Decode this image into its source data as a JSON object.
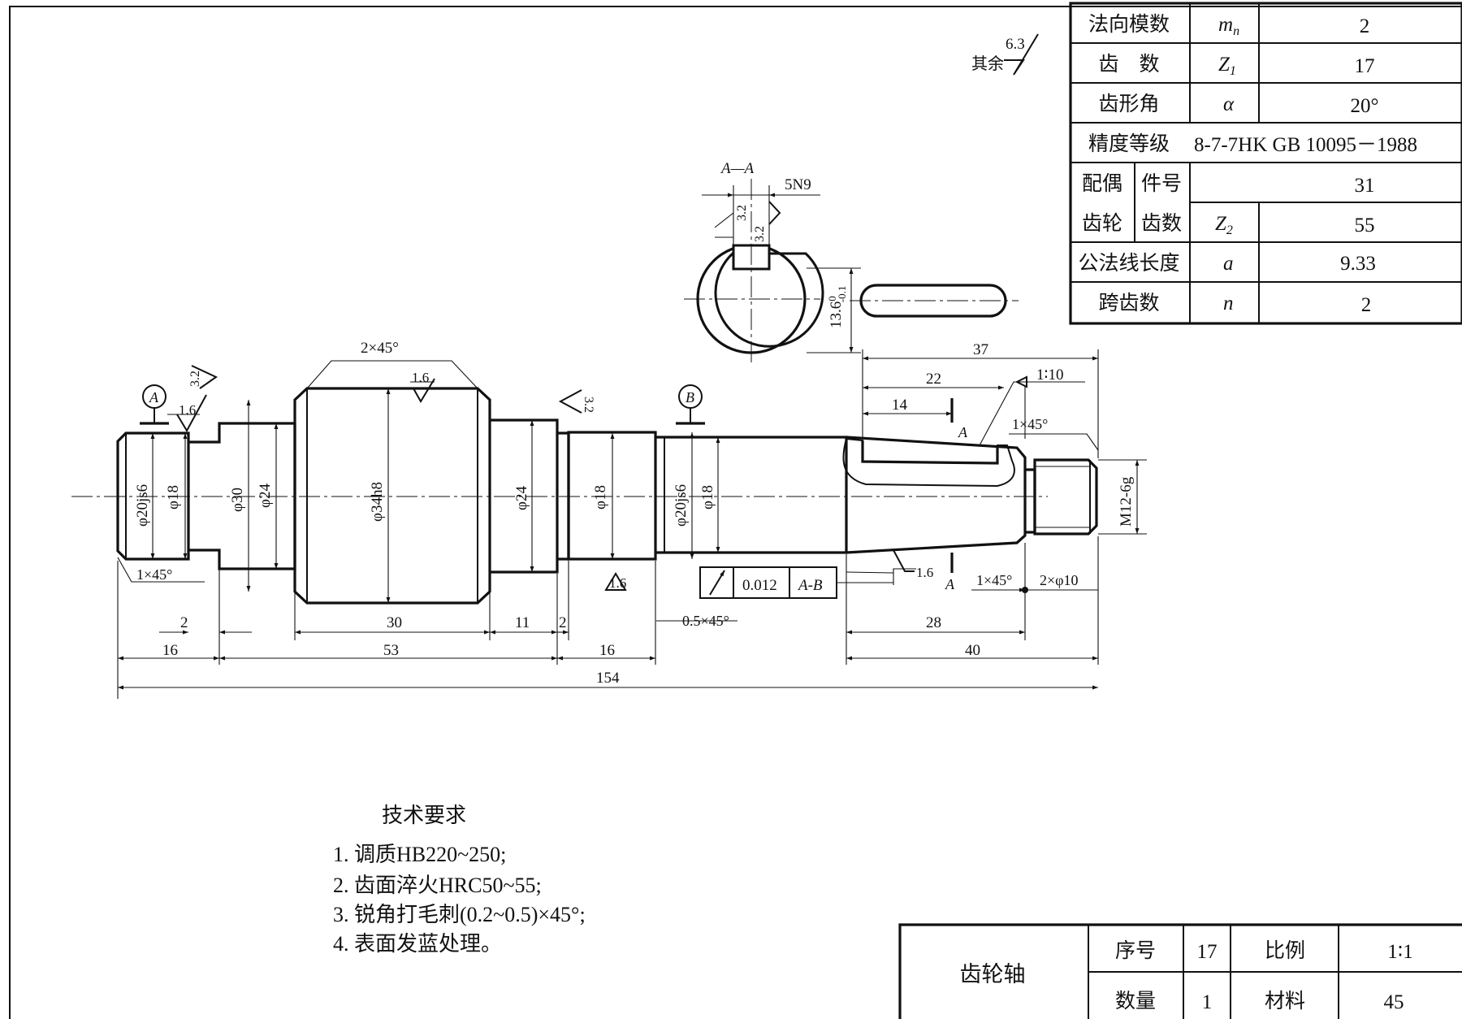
{
  "params_table": {
    "rows": [
      {
        "label": "法向模数",
        "symbol": "m",
        "symbol_sub": "n",
        "value": "2"
      },
      {
        "label": "齿　数",
        "symbol": "Z",
        "symbol_sub": "1",
        "value": "17"
      },
      {
        "label": "齿形角",
        "symbol": "α",
        "symbol_sub": "",
        "value": "20°"
      },
      {
        "label": "精度等级",
        "value": "8-7-7HK  GB 10095－1988"
      },
      {
        "label_a": "配偶",
        "label_b": "件号",
        "value": "31"
      },
      {
        "label_a": "齿轮",
        "label_b": "齿数",
        "symbol": "Z",
        "symbol_sub": "2",
        "value": "55"
      },
      {
        "label": "公法线长度",
        "symbol": "a",
        "symbol_sub": "",
        "value": "9.33"
      },
      {
        "label": "跨齿数",
        "symbol": "n",
        "symbol_sub": "",
        "value": "2"
      }
    ]
  },
  "roughness_note": {
    "prefix": "其余",
    "value": "6.3"
  },
  "section": {
    "title": "A—A",
    "keyway_width": "5N9",
    "keyway_roughness_1": "3.2",
    "keyway_roughness_2": "3.2",
    "depth": "13.6",
    "depth_tol_upper": "0",
    "depth_tol_lower": "-0.1"
  },
  "datums": {
    "a": "A",
    "b": "B"
  },
  "labels": {
    "chamfer_main": "2×45°",
    "r_center": "1.6",
    "r_left_top": "1.6",
    "r_left_side": "3.2",
    "r_right_side": "3.2",
    "r_bottom_18": "1.6",
    "r_taper": "1.6",
    "taper": "1∶10",
    "chamfer_thread": "1×45°",
    "section_arrow": "A",
    "chamfer_left": "1×45°",
    "chamfer_right": "1×45°",
    "undercut": "2×φ10",
    "chamfer_small": "0.5×45°"
  },
  "diameters": {
    "d1": "φ20js6",
    "d2": "φ18",
    "d3": "φ30",
    "d4": "φ24",
    "d5": "φ34h8",
    "d6": "φ24",
    "d7": "φ18",
    "d8": "φ20js6",
    "d9": "φ18",
    "thread": "M12-6g"
  },
  "tolerance_frame": {
    "value": "0.012",
    "datum": "A-B"
  },
  "lengths": {
    "l37": "37",
    "l22": "22",
    "l14": "14",
    "l2a": "2",
    "l30": "30",
    "l11": "11",
    "l2b": "2",
    "l16a": "16",
    "l53": "53",
    "l16b": "16",
    "l28": "28",
    "l40": "40",
    "l154": "154"
  },
  "requirements": {
    "title": "技术要求",
    "items": [
      "1. 调质HB220~250;",
      "2. 齿面淬火HRC50~55;",
      "3. 锐角打毛刺(0.2~0.5)×45°;",
      "4. 表面发蓝处理。"
    ]
  },
  "title_block": {
    "part_name": "齿轮轴",
    "seq_label": "序号",
    "seq_value": "17",
    "scale_label": "比例",
    "scale_value": "1∶1",
    "qty_label": "数量",
    "qty_value": "1",
    "material_label": "材料",
    "material_value": "45"
  }
}
